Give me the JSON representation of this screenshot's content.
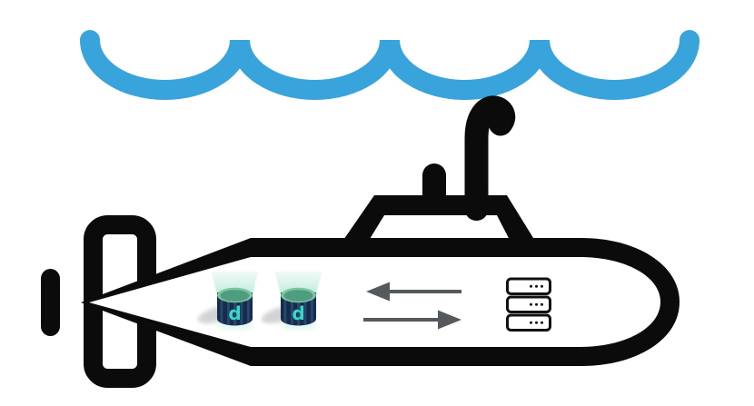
{
  "scene": {
    "kind": "illustration",
    "elements": [
      "ocean-waves",
      "submarine",
      "periscope",
      "antenna",
      "conning-tower",
      "tail-fin",
      "propeller",
      "dolt-canister-left",
      "dolt-canister-right",
      "arrow-left",
      "arrow-right",
      "server-stack"
    ]
  },
  "canister": {
    "logo_letter": "d"
  },
  "colors": {
    "wave_blue": "#39A4DC",
    "outline_black": "#0B0B0B",
    "interior_white": "#FFFFFF",
    "arrow_gray": "#55595C",
    "server_outline_black": "#111111",
    "can_body_navy": "#152C4E",
    "can_stripe_blue": "#2A4C72",
    "can_top_green": "#4E9D7E",
    "can_rim_green": "#7FC4A0",
    "can_glow_mint": "#A9E4D0",
    "can_logo_teal": "#3BD6C6",
    "shadow_gray": "#9AA0A4"
  }
}
